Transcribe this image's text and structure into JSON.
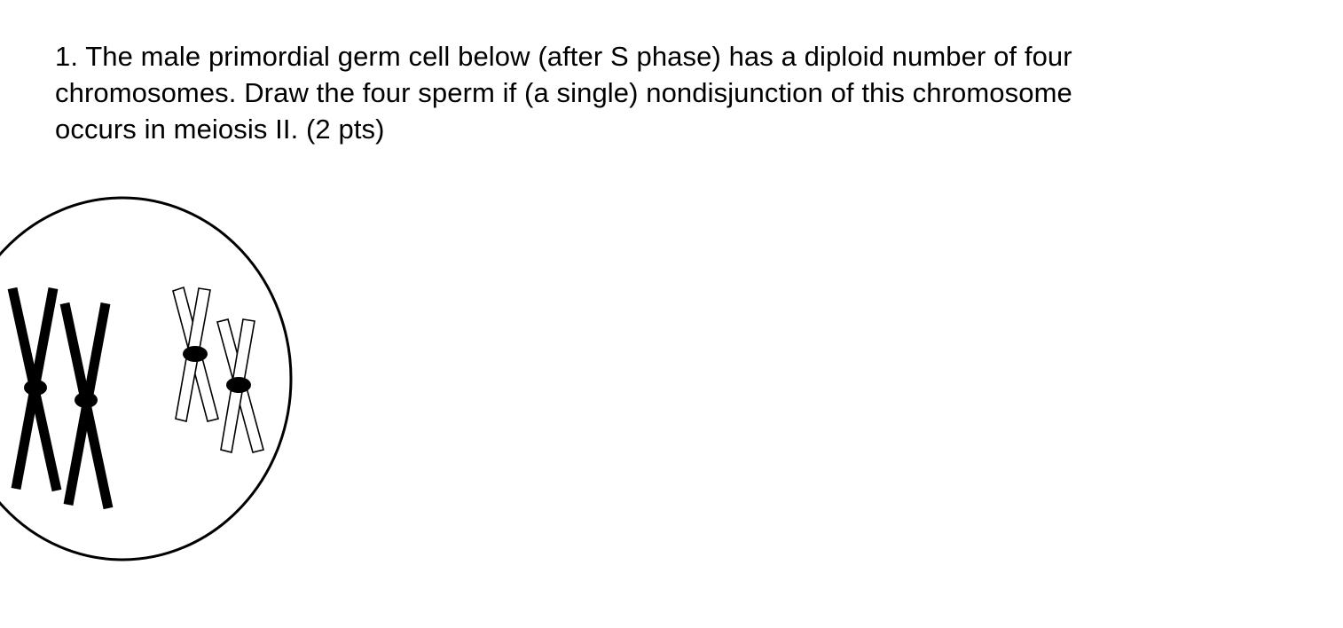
{
  "question": {
    "lines": [
      "1.  The male primordial germ cell below (after S phase) has a diploid number of four",
      "chromosomes. Draw the four sperm if (a single) nondisjunction of this chromosome",
      "occurs in meiosis II.  (2 pts)"
    ]
  },
  "colors": {
    "ink": "#000000",
    "paper": "#ffffff"
  }
}
